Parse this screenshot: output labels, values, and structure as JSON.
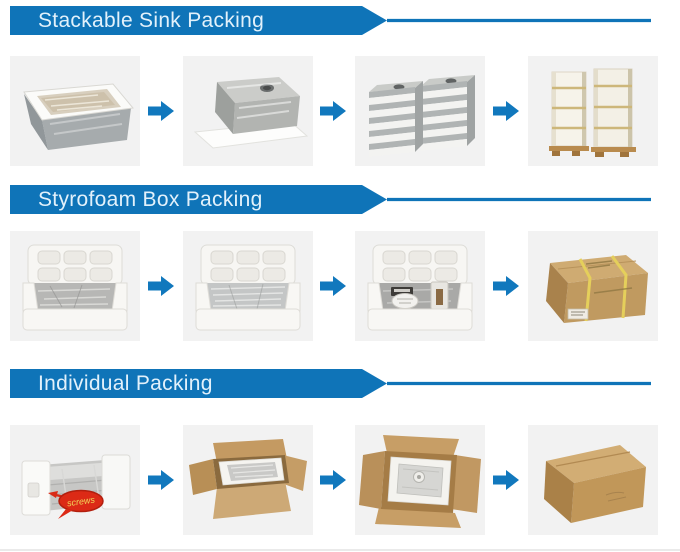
{
  "page": {
    "background": "#ffffff",
    "accent_blue": "#0f74b8",
    "arrow_blue": "#1178bd",
    "photo_background": "#f2f2f2"
  },
  "sections": [
    {
      "title": "Stackable Sink Packing",
      "steps": [
        {
          "photo": "sink-wrapped-in-protective-film"
        },
        {
          "photo": "inverted-sink-film-wrapped-on-board"
        },
        {
          "photo": "sinks-stacked-in-two-columns"
        },
        {
          "photo": "stacked-sinks-strapped-on-wooden-pallets"
        }
      ]
    },
    {
      "title": "Styrofoam Box Packing",
      "steps": [
        {
          "photo": "sink-in-styrofoam-box-with-moulded-lid"
        },
        {
          "photo": "sink-in-styrofoam-box-film-lining"
        },
        {
          "photo": "accessories-packed-in-styrofoam-box"
        },
        {
          "photo": "strapped-brown-carton"
        }
      ]
    },
    {
      "title": "Individual Packing",
      "steps": [
        {
          "photo": "sink-with-foam-end-protectors",
          "callout": "screws"
        },
        {
          "photo": "sink-placed-in-open-carton"
        },
        {
          "photo": "open-carton-top-view-with-foam-padding"
        },
        {
          "photo": "closed-brown-carton"
        }
      ]
    }
  ]
}
